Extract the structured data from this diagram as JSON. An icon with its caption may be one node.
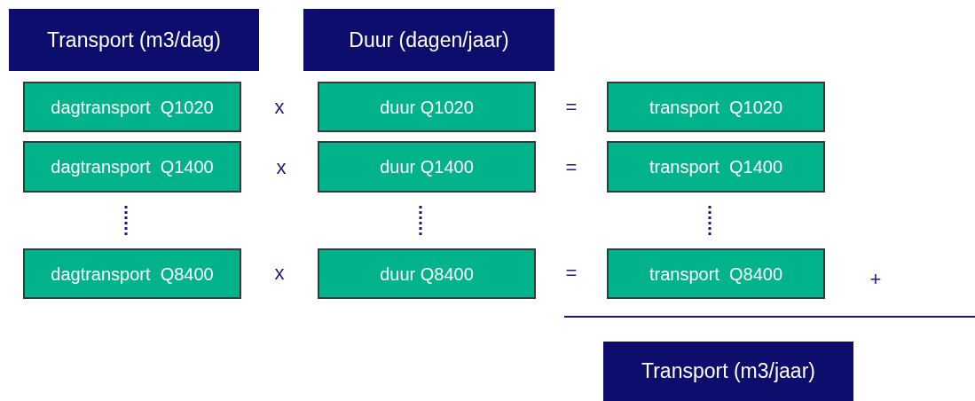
{
  "diagram": {
    "nodes": [
      {
        "text": [
          "Transport (m3/dag)"
        ]
      },
      {
        "text": [
          "Duur (dagen/jaar)"
        ]
      },
      {
        "text": [
          "dagtransport  Q1020"
        ]
      },
      {
        "text": [
          "duur Q1020"
        ]
      },
      {
        "text": [
          "transport  Q1020"
        ]
      },
      {
        "text": [
          "dagtransport  Q1400"
        ]
      },
      {
        "text": [
          "duur Q1400"
        ]
      },
      {
        "text": [
          "transport  Q1400"
        ]
      },
      {
        "text": [
          "dagtransport  Q8400"
        ]
      },
      {
        "text": [
          "duur Q8400"
        ]
      },
      {
        "text": [
          "transport  Q8400"
        ]
      },
      {
        "text": [
          "Transport (m3/jaar)"
        ]
      }
    ],
    "edges": [],
    "labels": [
      "x",
      "=",
      "x",
      "=",
      "x",
      "=",
      "+"
    ]
  }
}
